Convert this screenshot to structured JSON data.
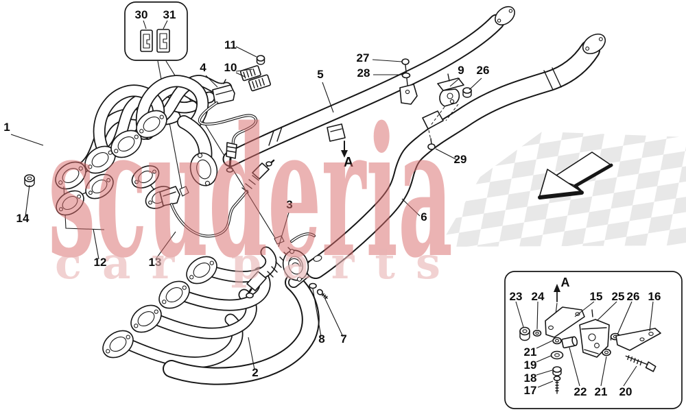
{
  "diagram": {
    "callouts": {
      "n1": "1",
      "n2": "2",
      "n3": "3",
      "n4": "4",
      "n5": "5",
      "n6": "6",
      "n7": "7",
      "n8": "8",
      "n9": "9",
      "n10": "10",
      "n11": "11",
      "n12": "12",
      "n13": "13",
      "n14": "14",
      "n15": "15",
      "n16": "16",
      "n17": "17",
      "n18": "18",
      "n19": "19",
      "n20": "20",
      "n21": "21",
      "n22": "22",
      "n23": "23",
      "n24": "24",
      "n25": "25",
      "n26": "26",
      "n27": "27",
      "n28": "28",
      "n29": "29",
      "n30": "30",
      "n31": "31"
    },
    "section_marker": "A"
  },
  "watermark": {
    "brand": "scuderia",
    "subtitle": "car parts",
    "brand_color": "#d96a6a",
    "subtitle_color": "#e8b4b4"
  },
  "icons": {
    "flag_arrow": "direction-arrow-down-left",
    "section_arrow_main": "section-a-arrow-down",
    "section_arrow_inset": "section-a-arrow-up"
  },
  "colors": {
    "background": "#ffffff",
    "line": "#161616",
    "checker": "#e8e8e8"
  }
}
